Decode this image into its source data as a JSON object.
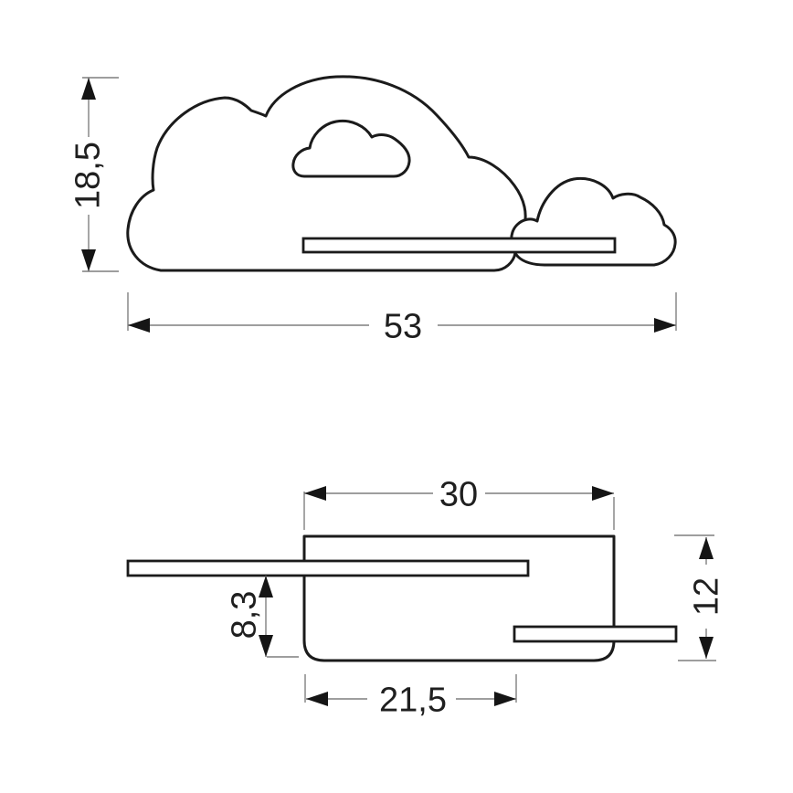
{
  "drawing": {
    "kind": "technical-dimension-drawing",
    "subject": "cloud-shaped wall lamp with shelf, front view and side view"
  },
  "colors": {
    "background": "#ffffff",
    "outline": "#1b1b1b",
    "dim_line": "#7f7f7f",
    "arrow": "#151515",
    "text": "#1f1f1f"
  },
  "front_view": {
    "dimensions": {
      "height": {
        "value": "18,5"
      },
      "width": {
        "value": "53"
      }
    }
  },
  "side_view": {
    "dimensions": {
      "top_width": {
        "value": "30"
      },
      "right_height": {
        "value": "12"
      },
      "shelf_offset": {
        "value": "8,3"
      },
      "bottom_width": {
        "value": "21,5"
      }
    }
  }
}
